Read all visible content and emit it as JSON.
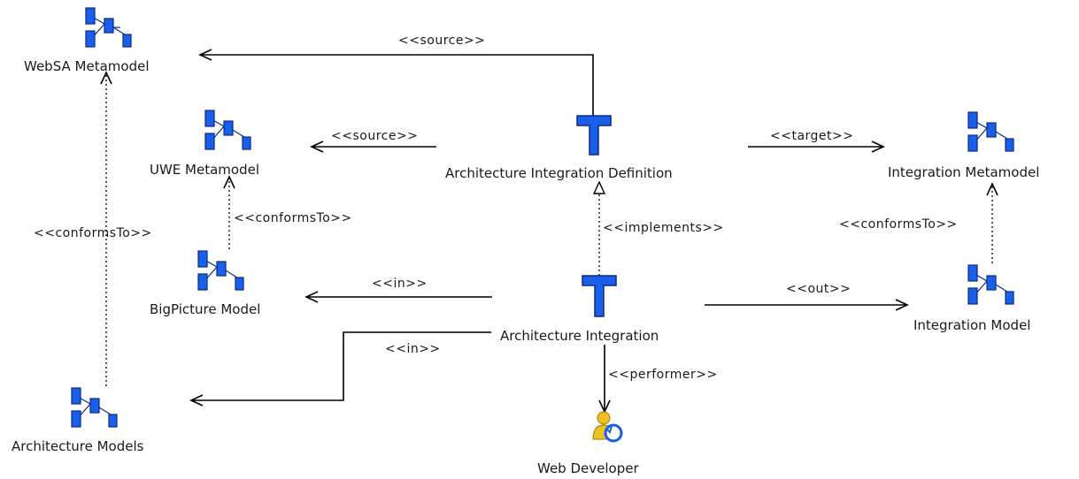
{
  "nodes": {
    "websa_metamodel": {
      "label": "WebSA Metamodel",
      "icon": "metamodel-icon"
    },
    "uwe_metamodel": {
      "label": "UWE Metamodel",
      "icon": "metamodel-icon"
    },
    "bigpicture_model": {
      "label": "BigPicture Model",
      "icon": "model-icon"
    },
    "architecture_models": {
      "label": "Architecture Models",
      "icon": "model-icon"
    },
    "architecture_integration_definition": {
      "label": "Architecture Integration Definition",
      "icon": "transformation-definition-icon"
    },
    "architecture_integration": {
      "label": "Architecture Integration",
      "icon": "transformation-icon"
    },
    "integration_metamodel": {
      "label": "Integration Metamodel",
      "icon": "metamodel-icon"
    },
    "integration_model": {
      "label": "Integration Model",
      "icon": "model-icon"
    },
    "web_developer": {
      "label": "Web Developer",
      "icon": "performer-icon"
    }
  },
  "edges": {
    "source_websa": "<<source>>",
    "source_uwe": "<<source>>",
    "target_integration": "<<target>>",
    "conforms_uwe": "<<conformsTo>>",
    "conforms_websa": "<<conformsTo>>",
    "conforms_integration": "<<conformsTo>>",
    "implements": "<<implements>>",
    "in_bigpicture": "<<in>>",
    "in_architecture": "<<in>>",
    "out_integration": "<<out>>",
    "performer": "<<performer>>"
  },
  "colors": {
    "icon_blue": "#1a5fe8",
    "icon_dark": "#0b2a8a",
    "line": "#000000",
    "person_yellow": "#f0c020"
  }
}
